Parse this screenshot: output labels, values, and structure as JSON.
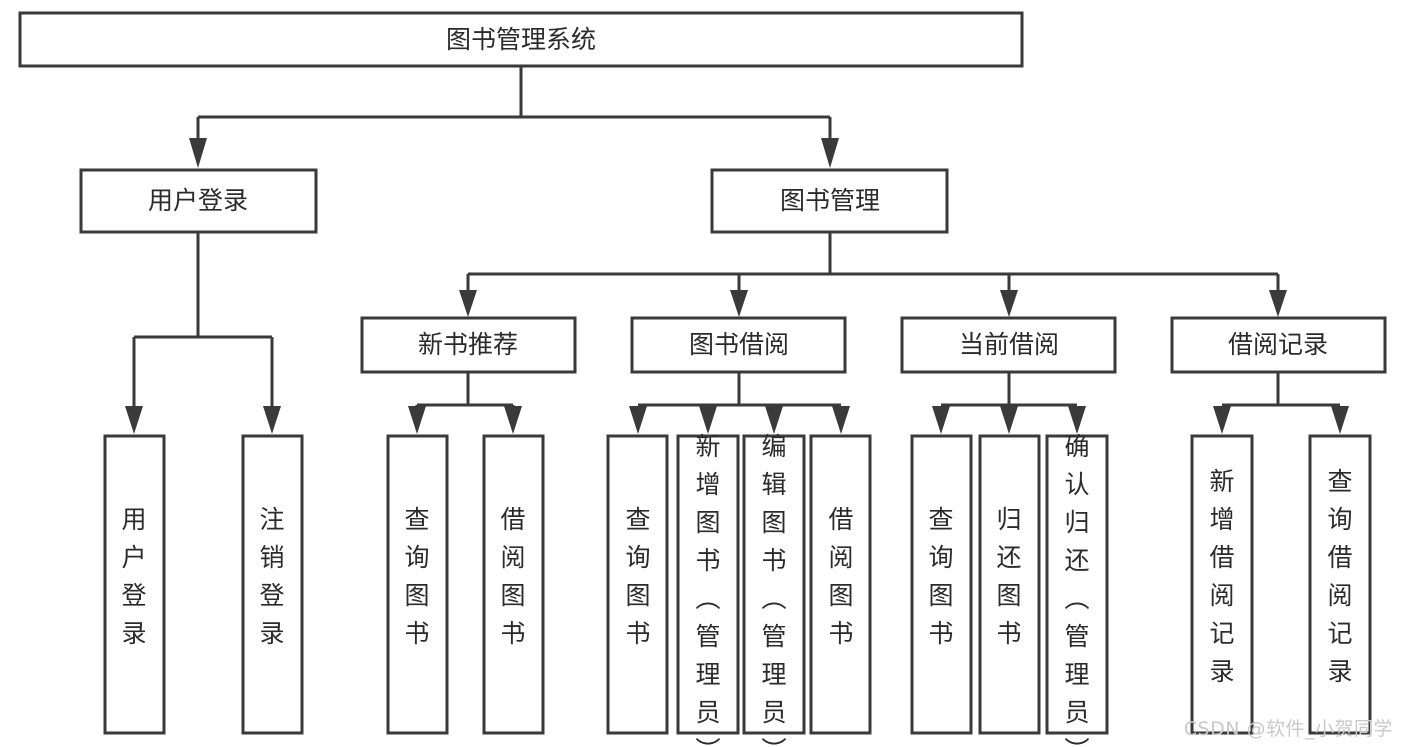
{
  "diagram": {
    "title_node": {
      "label": "图书管理系统"
    },
    "tier2": [
      {
        "label": "用户登录"
      },
      {
        "label": "图书管理"
      }
    ],
    "tier3": [
      {
        "label": "新书推荐"
      },
      {
        "label": "图书借阅"
      },
      {
        "label": "当前借阅"
      },
      {
        "label": "借阅记录"
      }
    ],
    "leaves": [
      {
        "label": "用户登录"
      },
      {
        "label": "注销登录"
      },
      {
        "label": "查询图书"
      },
      {
        "label": "借阅图书"
      },
      {
        "label": "查询图书"
      },
      {
        "label": "新增图书（管理员）"
      },
      {
        "label": "编辑图书（管理员）"
      },
      {
        "label": "借阅图书"
      },
      {
        "label": "查询图书"
      },
      {
        "label": "归还图书"
      },
      {
        "label": "确认归还（管理员）"
      },
      {
        "label": "新增借阅记录"
      },
      {
        "label": "查询借阅记录"
      }
    ],
    "colors": {
      "box_fill": "#ffffff",
      "box_stroke": "#3a3a3a",
      "text": "#2b2b2b",
      "background": "#ffffff",
      "watermark": "#c9c9c9"
    }
  },
  "watermark": {
    "text": "CSDN @软件_小贺同学"
  }
}
